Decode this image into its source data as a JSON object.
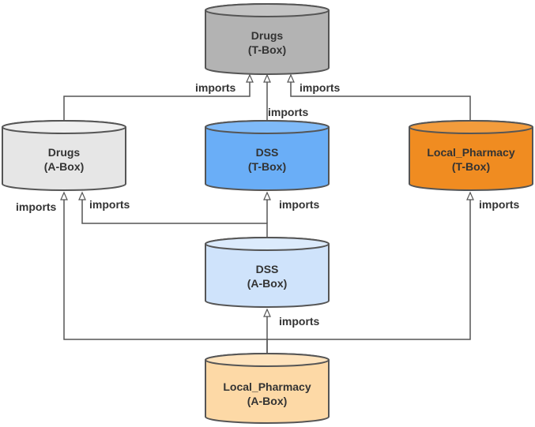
{
  "nodes": {
    "drugs_tbox": {
      "line1": "Drugs",
      "line2": "(T-Box)",
      "fill": "#b3b3b3",
      "top": "#c4c4c4"
    },
    "drugs_abox": {
      "line1": "Drugs",
      "line2": "(A-Box)",
      "fill": "#e6e6e6",
      "top": "#efefef"
    },
    "dss_tbox": {
      "line1": "DSS",
      "line2": "(T-Box)",
      "fill": "#6aaef7",
      "top": "#7fbaf8"
    },
    "pharmacy_tbox": {
      "line1": "Local_Pharmacy",
      "line2": "(T-Box)",
      "fill": "#f08c21",
      "top": "#f39c3c"
    },
    "dss_abox": {
      "line1": "DSS",
      "line2": "(A-Box)",
      "fill": "#cfe3fb",
      "top": "#dcebfc"
    },
    "pharmacy_abox": {
      "line1": "Local_Pharmacy",
      "line2": "(A-Box)",
      "fill": "#fdd9a6",
      "top": "#fee3bd"
    }
  },
  "edge_labels": {
    "drugs_abox_to_drugs_tbox": "imports",
    "dss_tbox_to_drugs_tbox": "imports",
    "pharmacy_tbox_to_drugs_tbox": "imports",
    "pharmacy_abox_to_drugs_abox": "imports",
    "dss_abox_to_drugs_abox": "imports",
    "dss_abox_to_dss_tbox": "imports",
    "pharmacy_abox_to_pharmacy_tbox": "imports",
    "pharmacy_abox_to_dss_abox": "imports"
  }
}
